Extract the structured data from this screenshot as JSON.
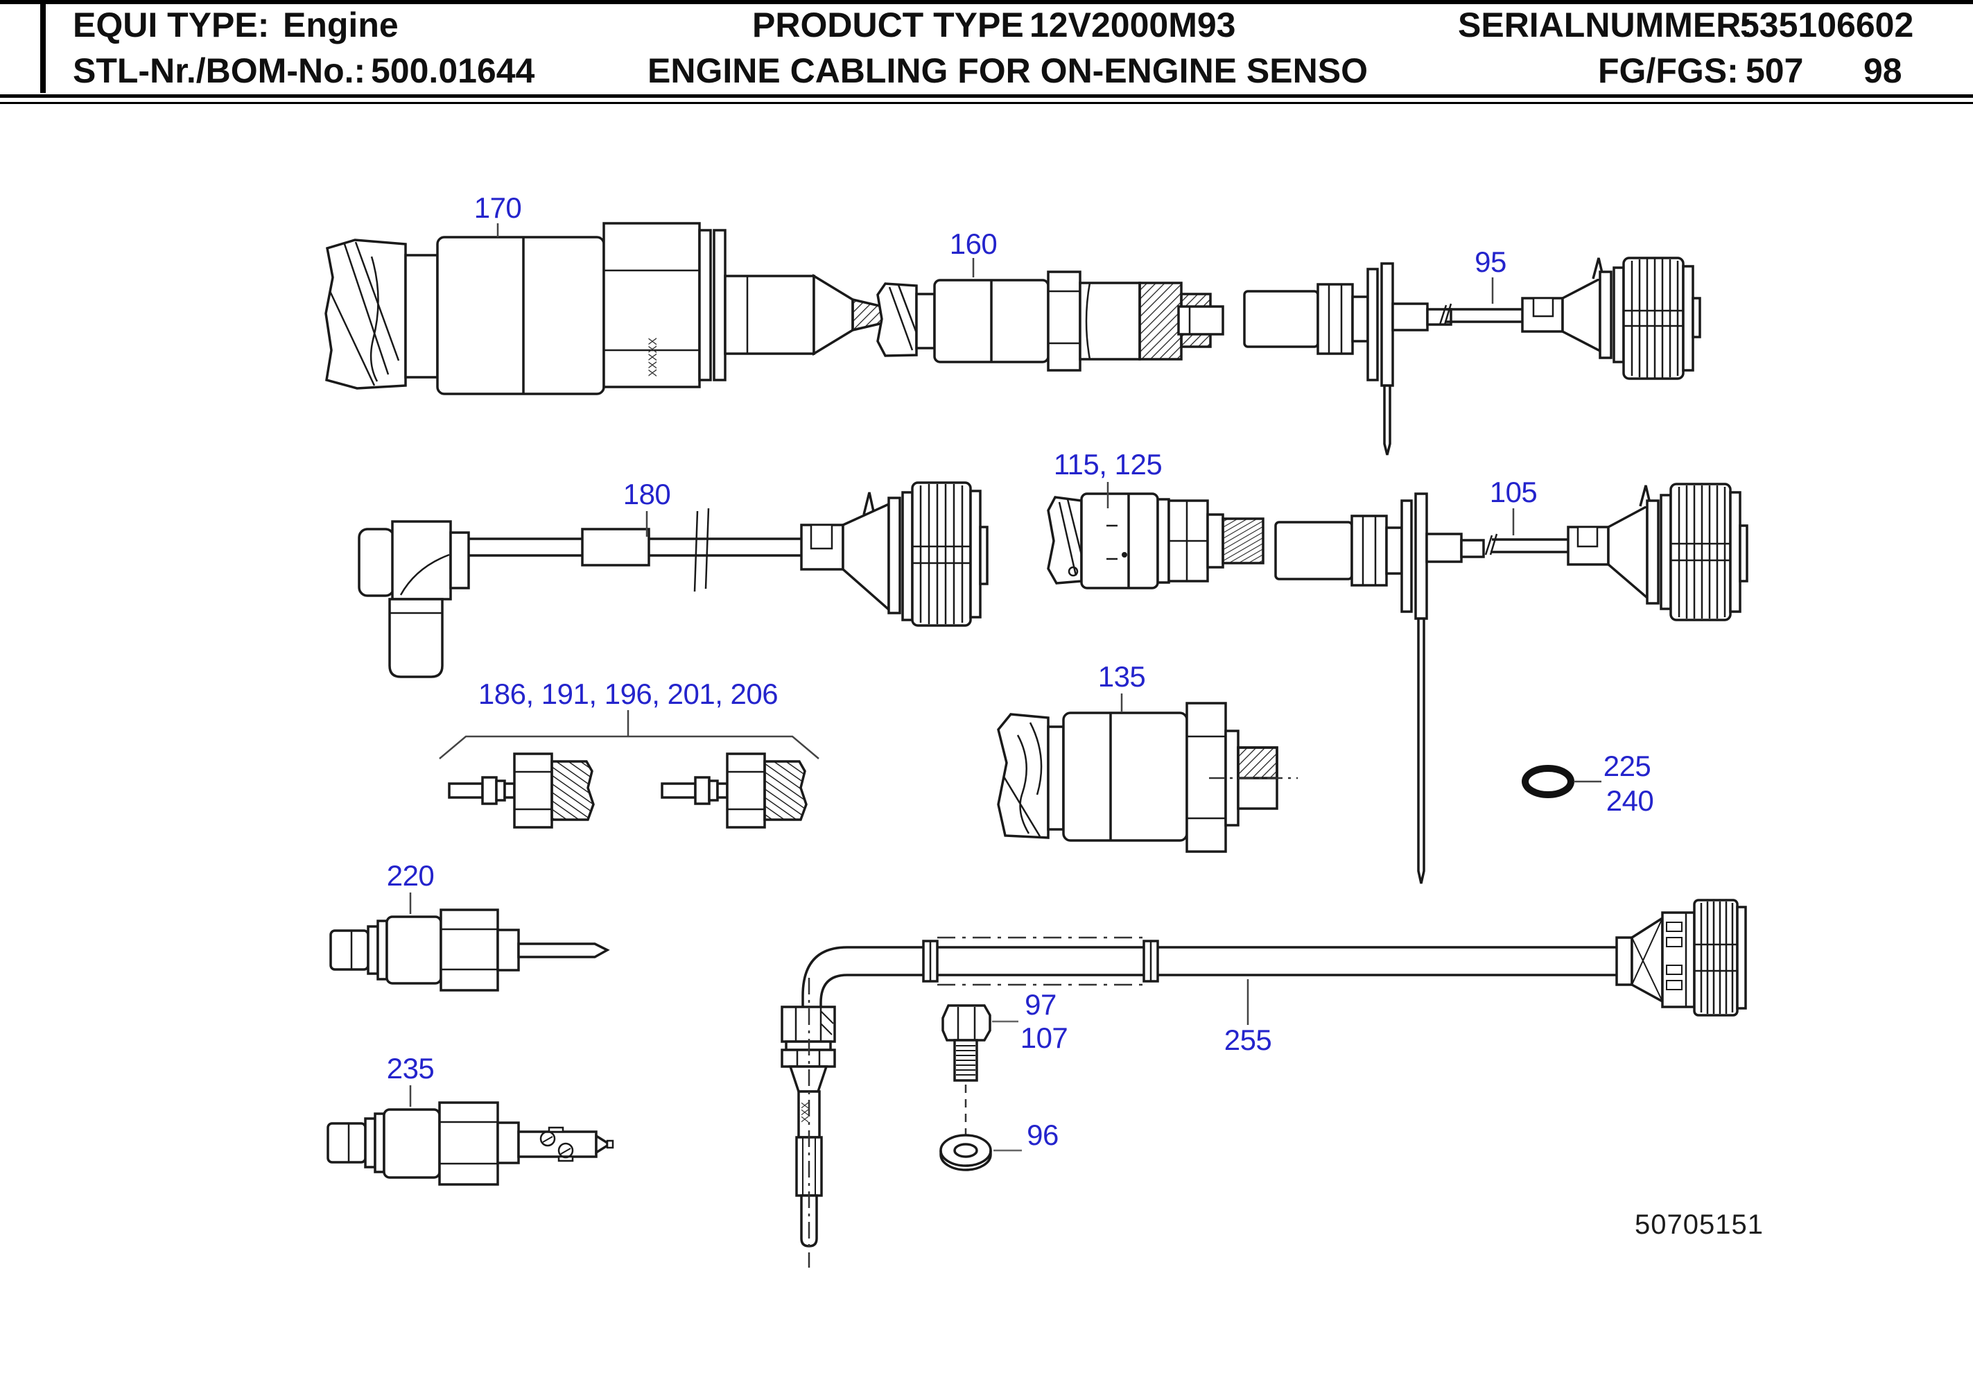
{
  "header": {
    "equi_label": "EQUI TYPE:",
    "equi_value": "Engine",
    "product_label": "PRODUCT TYPE",
    "product_value": "12V2000M93",
    "serial_label": "SERIALNUMMER:",
    "serial_value": "535106602",
    "bom_label": "STL-Nr./BOM-No.:",
    "bom_value": "500.01644",
    "title": "ENGINE CABLING FOR ON-ENGINE SENSO",
    "fg_label": "FG/FGS:",
    "fg_value": "507",
    "page_number": "98"
  },
  "callouts": {
    "c170": "170",
    "c160": "160",
    "c95": "95",
    "c180": "180",
    "c115_125": "115, 125",
    "c105": "105",
    "group_sensors": "186, 191, 196, 201, 206",
    "c135": "135",
    "c225": "225",
    "c240": "240",
    "c220": "220",
    "c255": "255",
    "c97": "97",
    "c107": "107",
    "c96": "96",
    "c235": "235"
  },
  "markings": {
    "sensor_body": "XXXXX",
    "probe_fitting": "XXX"
  },
  "footer": {
    "drawing_number": "50705151"
  },
  "colors": {
    "callout_blue": "#2424cc",
    "line_dark": "#1a1a1a"
  }
}
